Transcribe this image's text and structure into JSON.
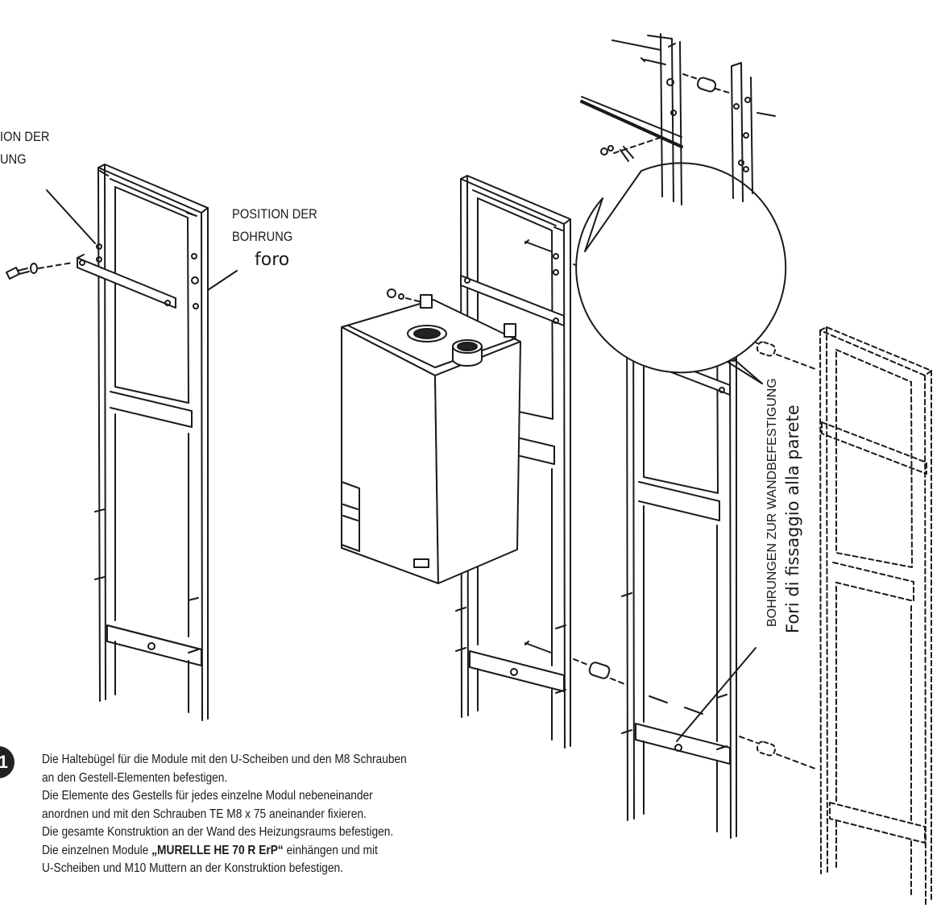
{
  "labels": {
    "left_1": "ION DER",
    "left_2": "UNG",
    "mid_1": "POSITION DER",
    "mid_2": "BOHRUNG",
    "mid_3": "foro",
    "vertical_1": "BOHRUNGEN ZUR WANDBEFESTIGUNG",
    "vertical_2": "Fori di fissaggio alla parete"
  },
  "step": {
    "number": "1",
    "lines": [
      "Die Haltebügel für die Module mit den U-Scheiben und den M8 Schrauben",
      "an den Gestell-Elementen befestigen.",
      "Die Elemente des Gestells für jedes einzelne Modul nebeneinander",
      "anordnen und mit den Schrauben TE M8 x 75 aneinander fixieren.",
      "Die gesamte Konstruktion an der Wand des Heizungsraums befestigen."
    ],
    "last_pre": "Die einzelnen Module ",
    "last_strong": "„MURELLE HE 70 R ErP“",
    "last_post": " einhängen und mit",
    "last_line": "U-Scheiben und M10 Muttern an der Konstruktion befestigen."
  },
  "colors": {
    "line": "#1a1a1a",
    "fill": "#ffffff",
    "shade": "#d9d9d9"
  }
}
